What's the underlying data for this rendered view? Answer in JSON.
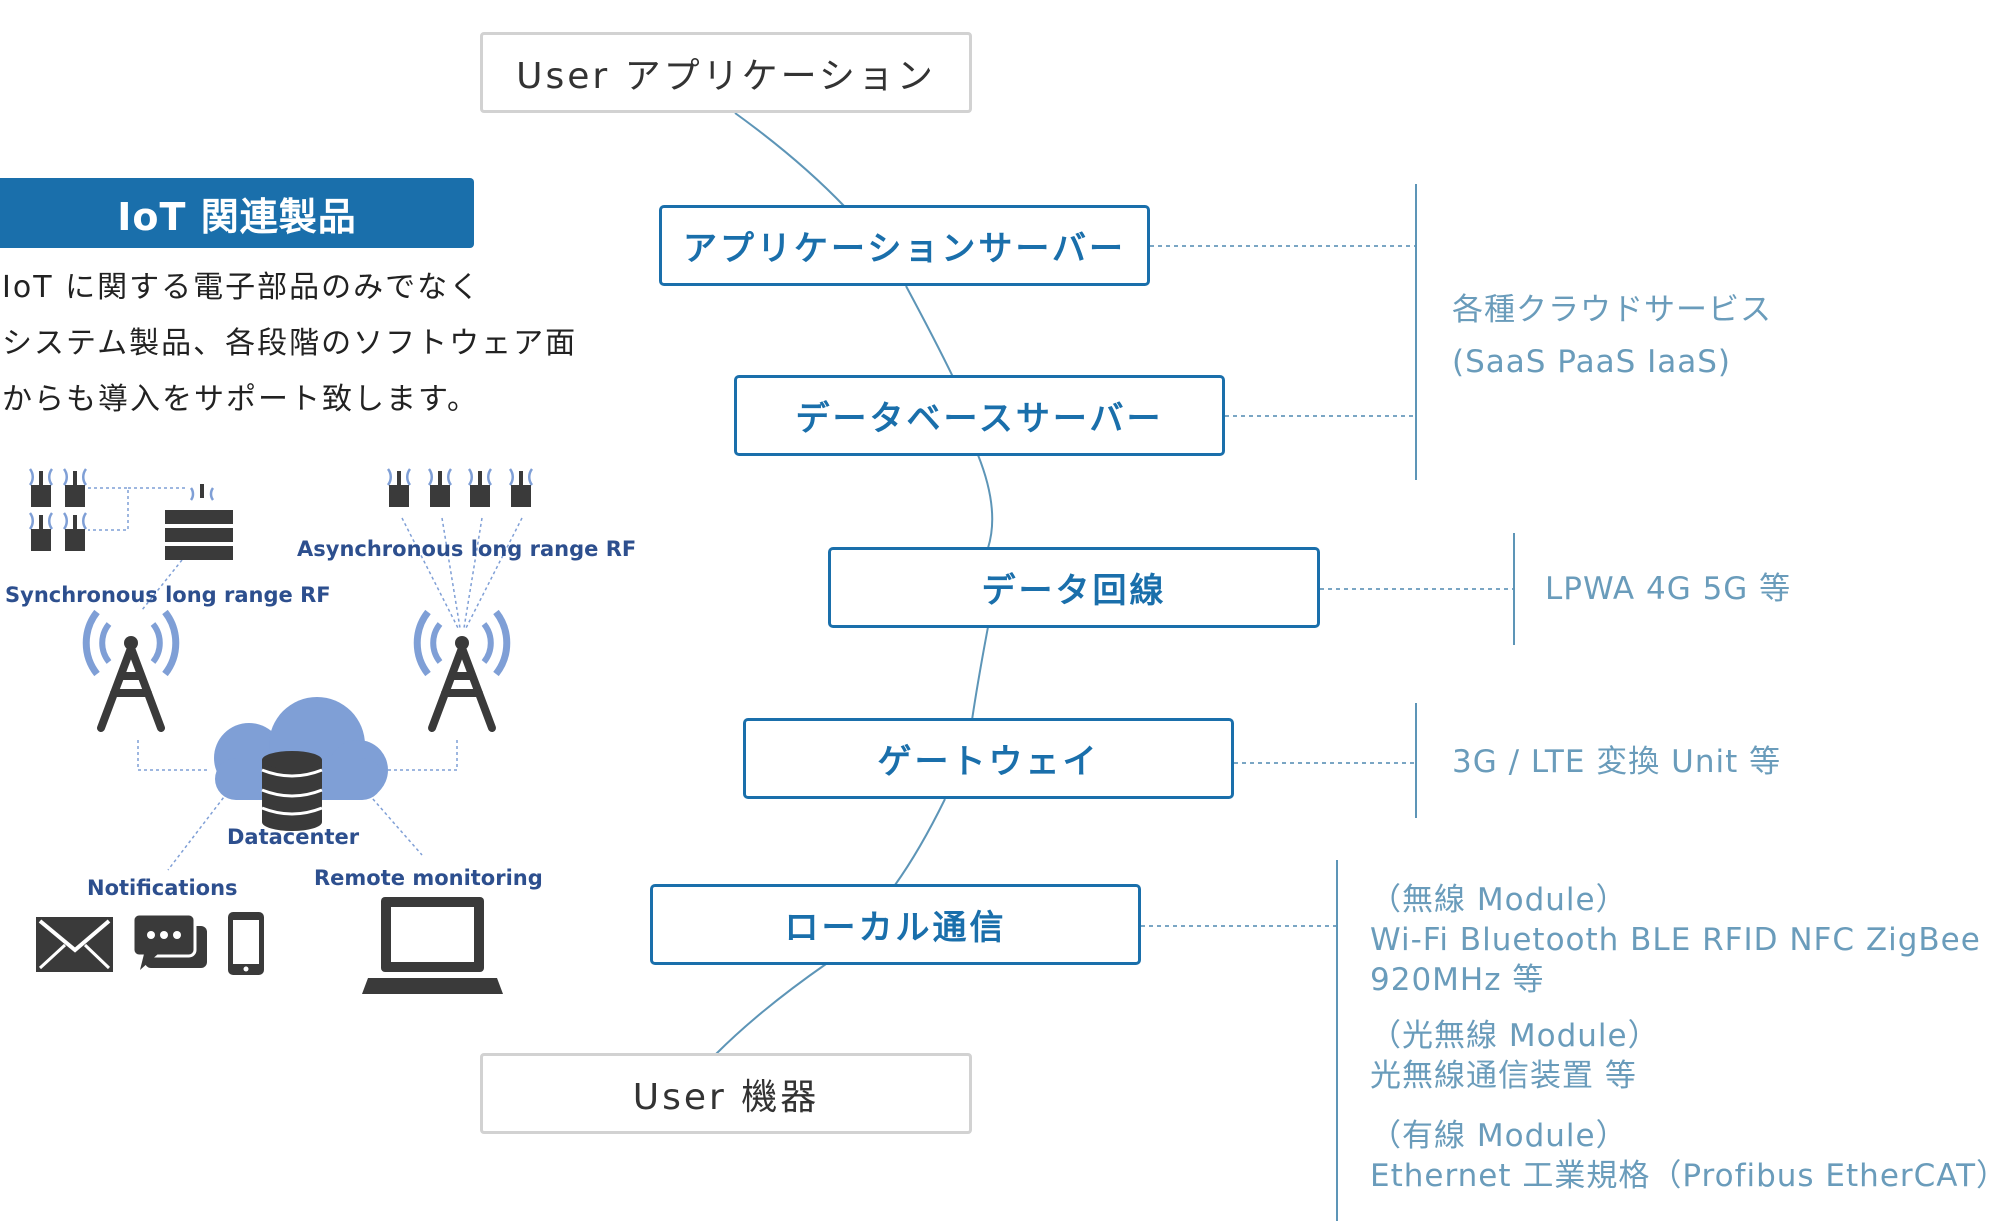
{
  "stack": {
    "top_box": "User アプリケーション",
    "layers": [
      {
        "label": "アプリケーションサーバー"
      },
      {
        "label": "データベースサーバー"
      },
      {
        "label": "データ回線"
      },
      {
        "label": "ゲートウェイ"
      },
      {
        "label": "ローカル通信"
      }
    ],
    "bottom_box": "User 機器"
  },
  "annotations": {
    "cloud": {
      "line1": "各種クラウドサービス",
      "line2": "(SaaS PaaS IaaS)"
    },
    "line": "LPWA 4G 5G 等",
    "gateway": "3G / LTE 変換 Unit 等",
    "local": {
      "wireless_heading": "（無線 Module）",
      "wireless_line1": "Wi-Fi Bluetooth BLE RFID NFC ZigBee",
      "wireless_line2": "920MHz 等",
      "optical_heading": "（光無線 Module）",
      "optical_line1": "光無線通信装置 等",
      "wired_heading": "（有線 Module）",
      "wired_line1": "Ethernet 工業規格（Profibus EtherCAT）等"
    }
  },
  "left": {
    "banner": "IoT 関連製品",
    "desc_line1": "IoT に関する電子部品のみでなく",
    "desc_line2": "システム製品、各段階のソフトウェア面",
    "desc_line3": "からも導入をサポート致します。"
  },
  "network": {
    "sync_label": "Synchronous long range RF",
    "async_label": "Asynchronous long range RF",
    "datacenter_label": "Datacenter",
    "notifications_label": "Notifications",
    "monitoring_label": "Remote monitoring"
  },
  "colors": {
    "accent_blue": "#1a6fab",
    "side_text": "#6a9cbb",
    "connector": "#5d95b7",
    "icon_dark": "#3a3a3a",
    "icon_blue": "#7f9fd6",
    "net_label": "#2d4f8e"
  }
}
